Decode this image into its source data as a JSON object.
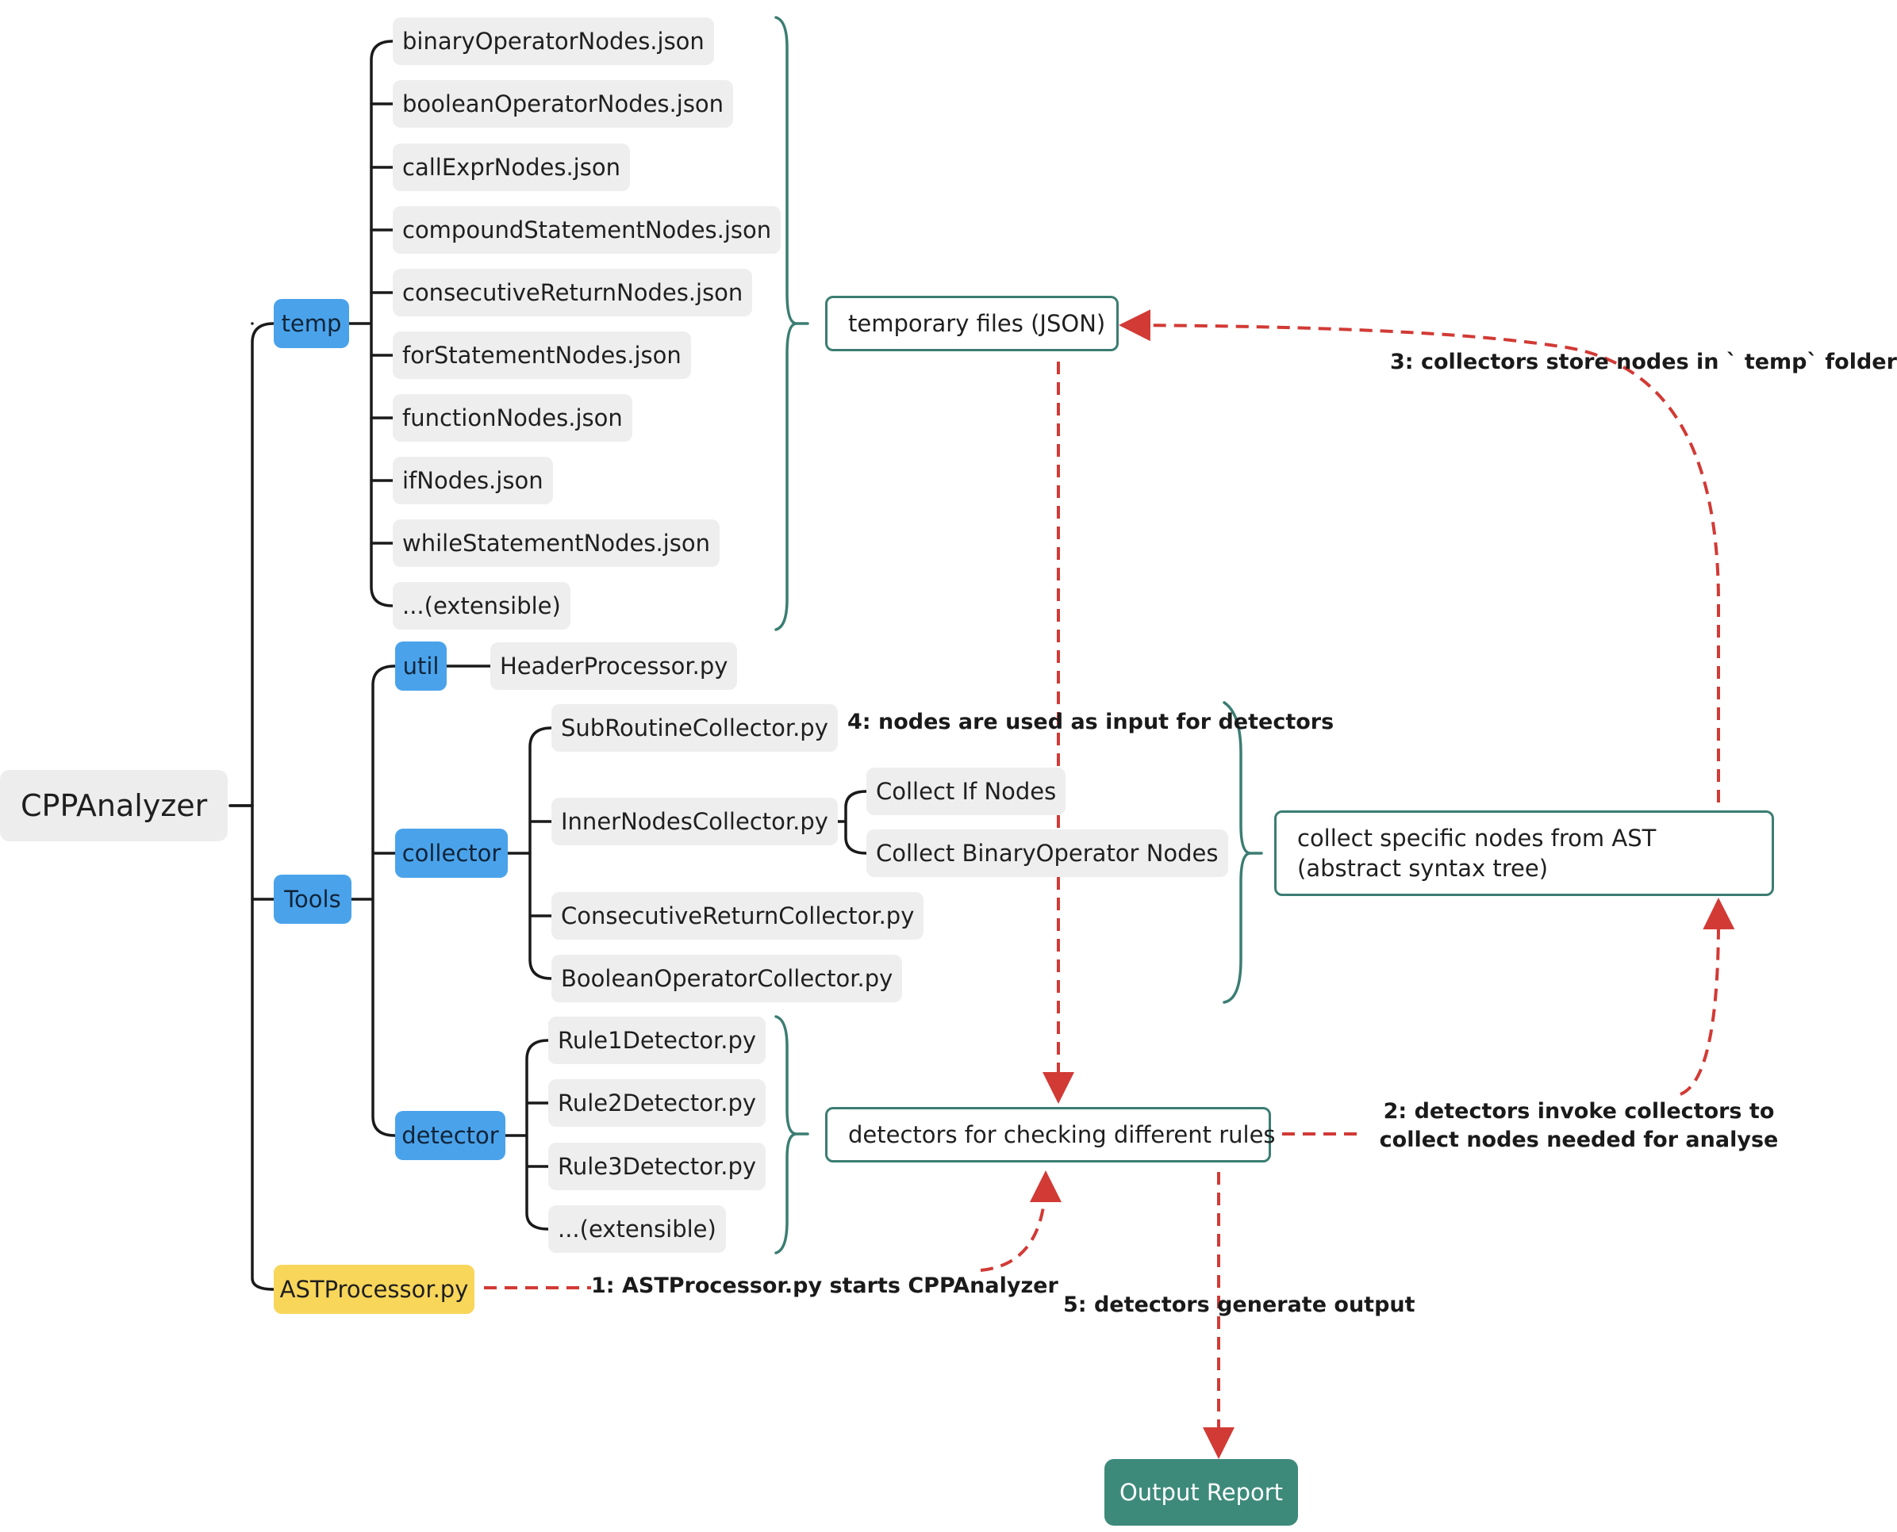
{
  "root": "CPPAnalyzer",
  "temp": {
    "label": "temp",
    "files": [
      "binaryOperatorNodes.json",
      "booleanOperatorNodes.json",
      "callExprNodes.json",
      "compoundStatementNodes.json",
      "consecutiveReturnNodes.json",
      "forStatementNodes.json",
      "functionNodes.json",
      "ifNodes.json",
      "whileStatementNodes.json",
      "...(extensible)"
    ],
    "summary": "temporary files (JSON)"
  },
  "tools": {
    "label": "Tools",
    "util": {
      "label": "util",
      "files": [
        "HeaderProcessor.py"
      ]
    },
    "collector": {
      "label": "collector",
      "files": [
        "SubRoutineCollector.py",
        "InnerNodesCollector.py",
        "ConsecutiveReturnCollector.py",
        "BooleanOperatorCollector.py"
      ],
      "inner_children": [
        "Collect If Nodes",
        "Collect BinaryOperator Nodes"
      ],
      "summary": "collect specific nodes from AST (abstract syntax tree)"
    },
    "detector": {
      "label": "detector",
      "files": [
        "Rule1Detector.py",
        "Rule2Detector.py",
        "Rule3Detector.py",
        "...(extensible)"
      ],
      "summary": "detectors for checking different rules"
    }
  },
  "ast_processor": "ASTProcessor.py",
  "output_report": "Output Report",
  "annotations": {
    "step1": "1: ASTProcessor.py starts CPPAnalyzer",
    "step2": "2: detectors invoke collectors to collect nodes needed for analyse",
    "step3": "3: collectors store nodes in ` temp` folder",
    "step4": "4: nodes are used as input for detectors",
    "step5": "5: detectors generate output"
  },
  "colors": {
    "branch": "#4aa3ea",
    "leaf": "#eeeeee",
    "highlight": "#f8d65a",
    "summary_border": "#3b7d72",
    "output": "#3d8a7b",
    "arrow": "#d23a35"
  }
}
